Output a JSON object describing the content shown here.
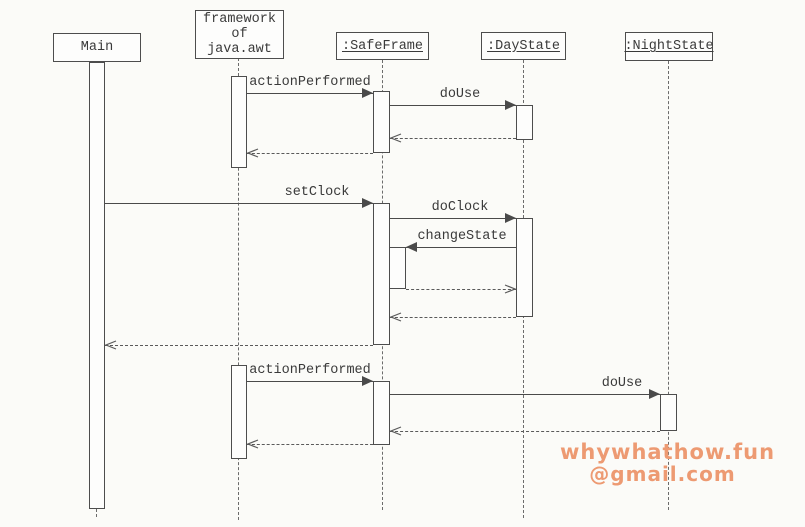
{
  "diagram": {
    "participants": [
      {
        "name": "Main",
        "underlined": false
      },
      {
        "name": "framework\nof\njava.awt",
        "underlined": false
      },
      {
        "name": ":SafeFrame",
        "underlined": true
      },
      {
        "name": ":DayState",
        "underlined": true
      },
      {
        "name": ":NightState",
        "underlined": true
      }
    ],
    "messages": [
      {
        "label": "actionPerformed",
        "from": "framework of java.awt",
        "to": ":SafeFrame",
        "kind": "call"
      },
      {
        "label": "doUse",
        "from": ":SafeFrame",
        "to": ":DayState",
        "kind": "call"
      },
      {
        "label": "",
        "from": ":DayState",
        "to": ":SafeFrame",
        "kind": "return"
      },
      {
        "label": "",
        "from": ":SafeFrame",
        "to": "framework of java.awt",
        "kind": "return"
      },
      {
        "label": "setClock",
        "from": "Main",
        "to": ":SafeFrame",
        "kind": "call"
      },
      {
        "label": "doClock",
        "from": ":SafeFrame",
        "to": ":DayState",
        "kind": "call"
      },
      {
        "label": "changeState",
        "from": ":DayState",
        "to": ":SafeFrame",
        "kind": "call"
      },
      {
        "label": "",
        "from": ":SafeFrame",
        "to": ":DayState",
        "kind": "return"
      },
      {
        "label": "",
        "from": ":DayState",
        "to": ":SafeFrame",
        "kind": "return"
      },
      {
        "label": "",
        "from": ":SafeFrame",
        "to": "Main",
        "kind": "return"
      },
      {
        "label": "actionPerformed",
        "from": "framework of java.awt",
        "to": ":SafeFrame",
        "kind": "call"
      },
      {
        "label": "doUse",
        "from": ":SafeFrame",
        "to": ":NightState",
        "kind": "call"
      },
      {
        "label": "",
        "from": ":NightState",
        "to": ":SafeFrame",
        "kind": "return"
      },
      {
        "label": "",
        "from": ":SafeFrame",
        "to": "framework of java.awt",
        "kind": "return"
      }
    ],
    "colors": {
      "line": "#4a4a4a",
      "background": "#fbfbf8",
      "box_fill": "#fdfdfc"
    }
  },
  "watermark": {
    "line1": "whywhathow.fun",
    "line2": "@gmail.com",
    "color": "#ed9a72"
  }
}
